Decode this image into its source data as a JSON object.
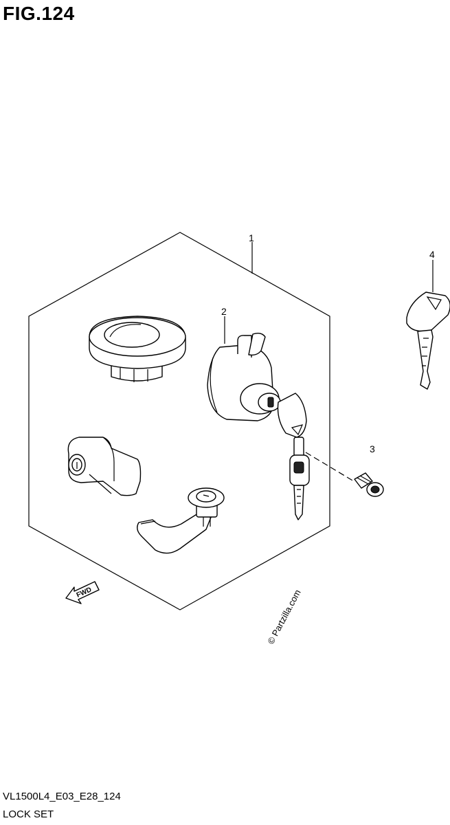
{
  "figure": {
    "title": "FIG.124"
  },
  "footer": {
    "model_code": "VL1500L4_E03_E28_124",
    "section_name": "LOCK SET"
  },
  "callouts": [
    "1",
    "2",
    "3",
    "4"
  ],
  "watermark": {
    "text": "© Partzilla.com"
  },
  "direction_marker": {
    "text": "FWD",
    "icon": "forward-arrow-icon"
  }
}
